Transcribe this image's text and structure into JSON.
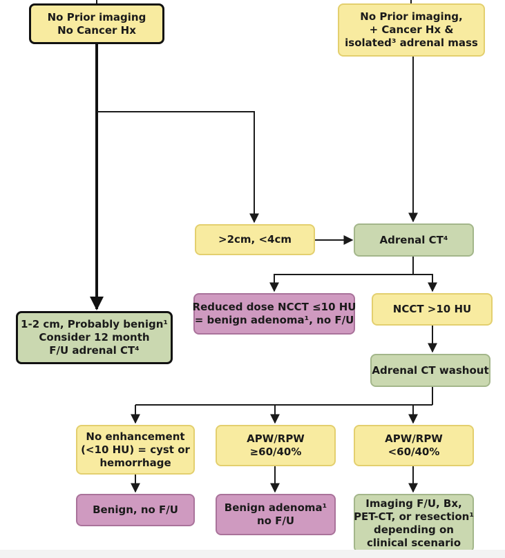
{
  "nodes": {
    "left_start": {
      "lines": [
        "No Prior imaging",
        "No Cancer Hx"
      ],
      "color": "#f8eba0"
    },
    "right_start": {
      "lines": [
        "No Prior imaging,",
        "+ Cancer Hx &",
        "isolated³ adrenal mass"
      ],
      "color": "#f8eba0"
    },
    "size_2_4": {
      "lines": [
        ">2cm, <4cm"
      ],
      "color": "#f8eba0"
    },
    "adrenal_ct": {
      "lines": [
        "Adrenal CT⁴"
      ],
      "color": "#cad8b0"
    },
    "probably_benign": {
      "lines": [
        "1-2 cm, Probably benign¹",
        "Consider 12 month",
        "F/U adrenal CT⁴"
      ],
      "color": "#cad8b0"
    },
    "reduced_dose": {
      "lines": [
        "Reduced dose NCCT ≤10 HU",
        "= benign adenoma¹, no F/U"
      ],
      "color": "#cf9ac0"
    },
    "ncct_gt10": {
      "lines": [
        "NCCT >10 HU"
      ],
      "color": "#f8eba0"
    },
    "ct_washout": {
      "lines": [
        "Adrenal CT washout"
      ],
      "color": "#cad8b0"
    },
    "no_enhancement": {
      "lines": [
        "No enhancement",
        "(<10 HU) = cyst or",
        "hemorrhage"
      ],
      "color": "#f8eba0"
    },
    "apw_ge60": {
      "lines": [
        "APW/RPW",
        "≥60/40%"
      ],
      "color": "#f8eba0"
    },
    "apw_lt60": {
      "lines": [
        "APW/RPW",
        "<60/40%"
      ],
      "color": "#f8eba0"
    },
    "benign_no_fu": {
      "lines": [
        "Benign, no F/U"
      ],
      "color": "#cf9ac0"
    },
    "benign_adenoma": {
      "lines": [
        "Benign adenoma¹",
        "no F/U"
      ],
      "color": "#cf9ac0"
    },
    "imaging_fu": {
      "lines": [
        "Imaging F/U, Bx,",
        "PET-CT, or resection¹",
        "depending on",
        "clinical scenario"
      ],
      "color": "#cad8b0"
    }
  }
}
